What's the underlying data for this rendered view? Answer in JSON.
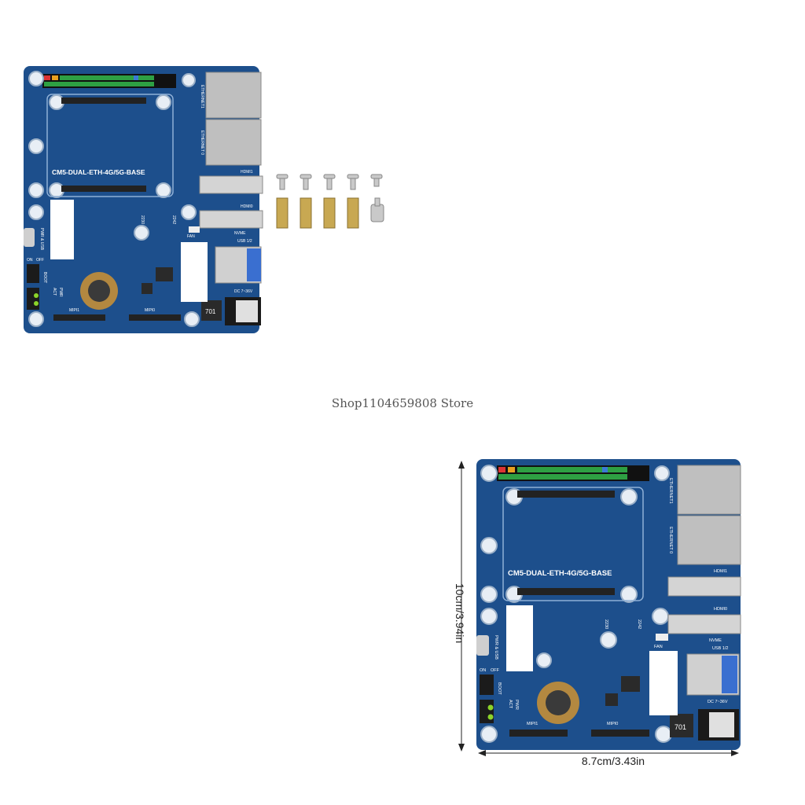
{
  "store_watermark": "Shop1104659808 Store",
  "board": {
    "name": "CM5-DUAL-ETH-4G/5G-BASE",
    "labels": {
      "ethernet1": "ETHERNET1",
      "ethernet0": "ETHERNET 0",
      "hdmi1": "HDMI1",
      "hdmi0": "HDMI0",
      "fan": "FAN",
      "nvme": "NVME",
      "usb": "USB 1/2",
      "dc": "DC 7~36V",
      "size_2230": "2230",
      "size_2242": "2242",
      "pwr_usb": "PWR & USB",
      "on": "ON",
      "off": "OFF",
      "boot": "BOOT",
      "pwr": "PWR",
      "act": "ACT",
      "mipi1": "MIPI1",
      "mipi0": "MIPI0",
      "inductor": "701"
    }
  },
  "dimensions": {
    "width": "8.7cm/3.43in",
    "height": "10cm/3.94in"
  },
  "colors": {
    "pcb": "#1d4f8c",
    "pcb_dark": "#163e70",
    "metal": "#c9c9c9",
    "brass": "#c8a852"
  }
}
